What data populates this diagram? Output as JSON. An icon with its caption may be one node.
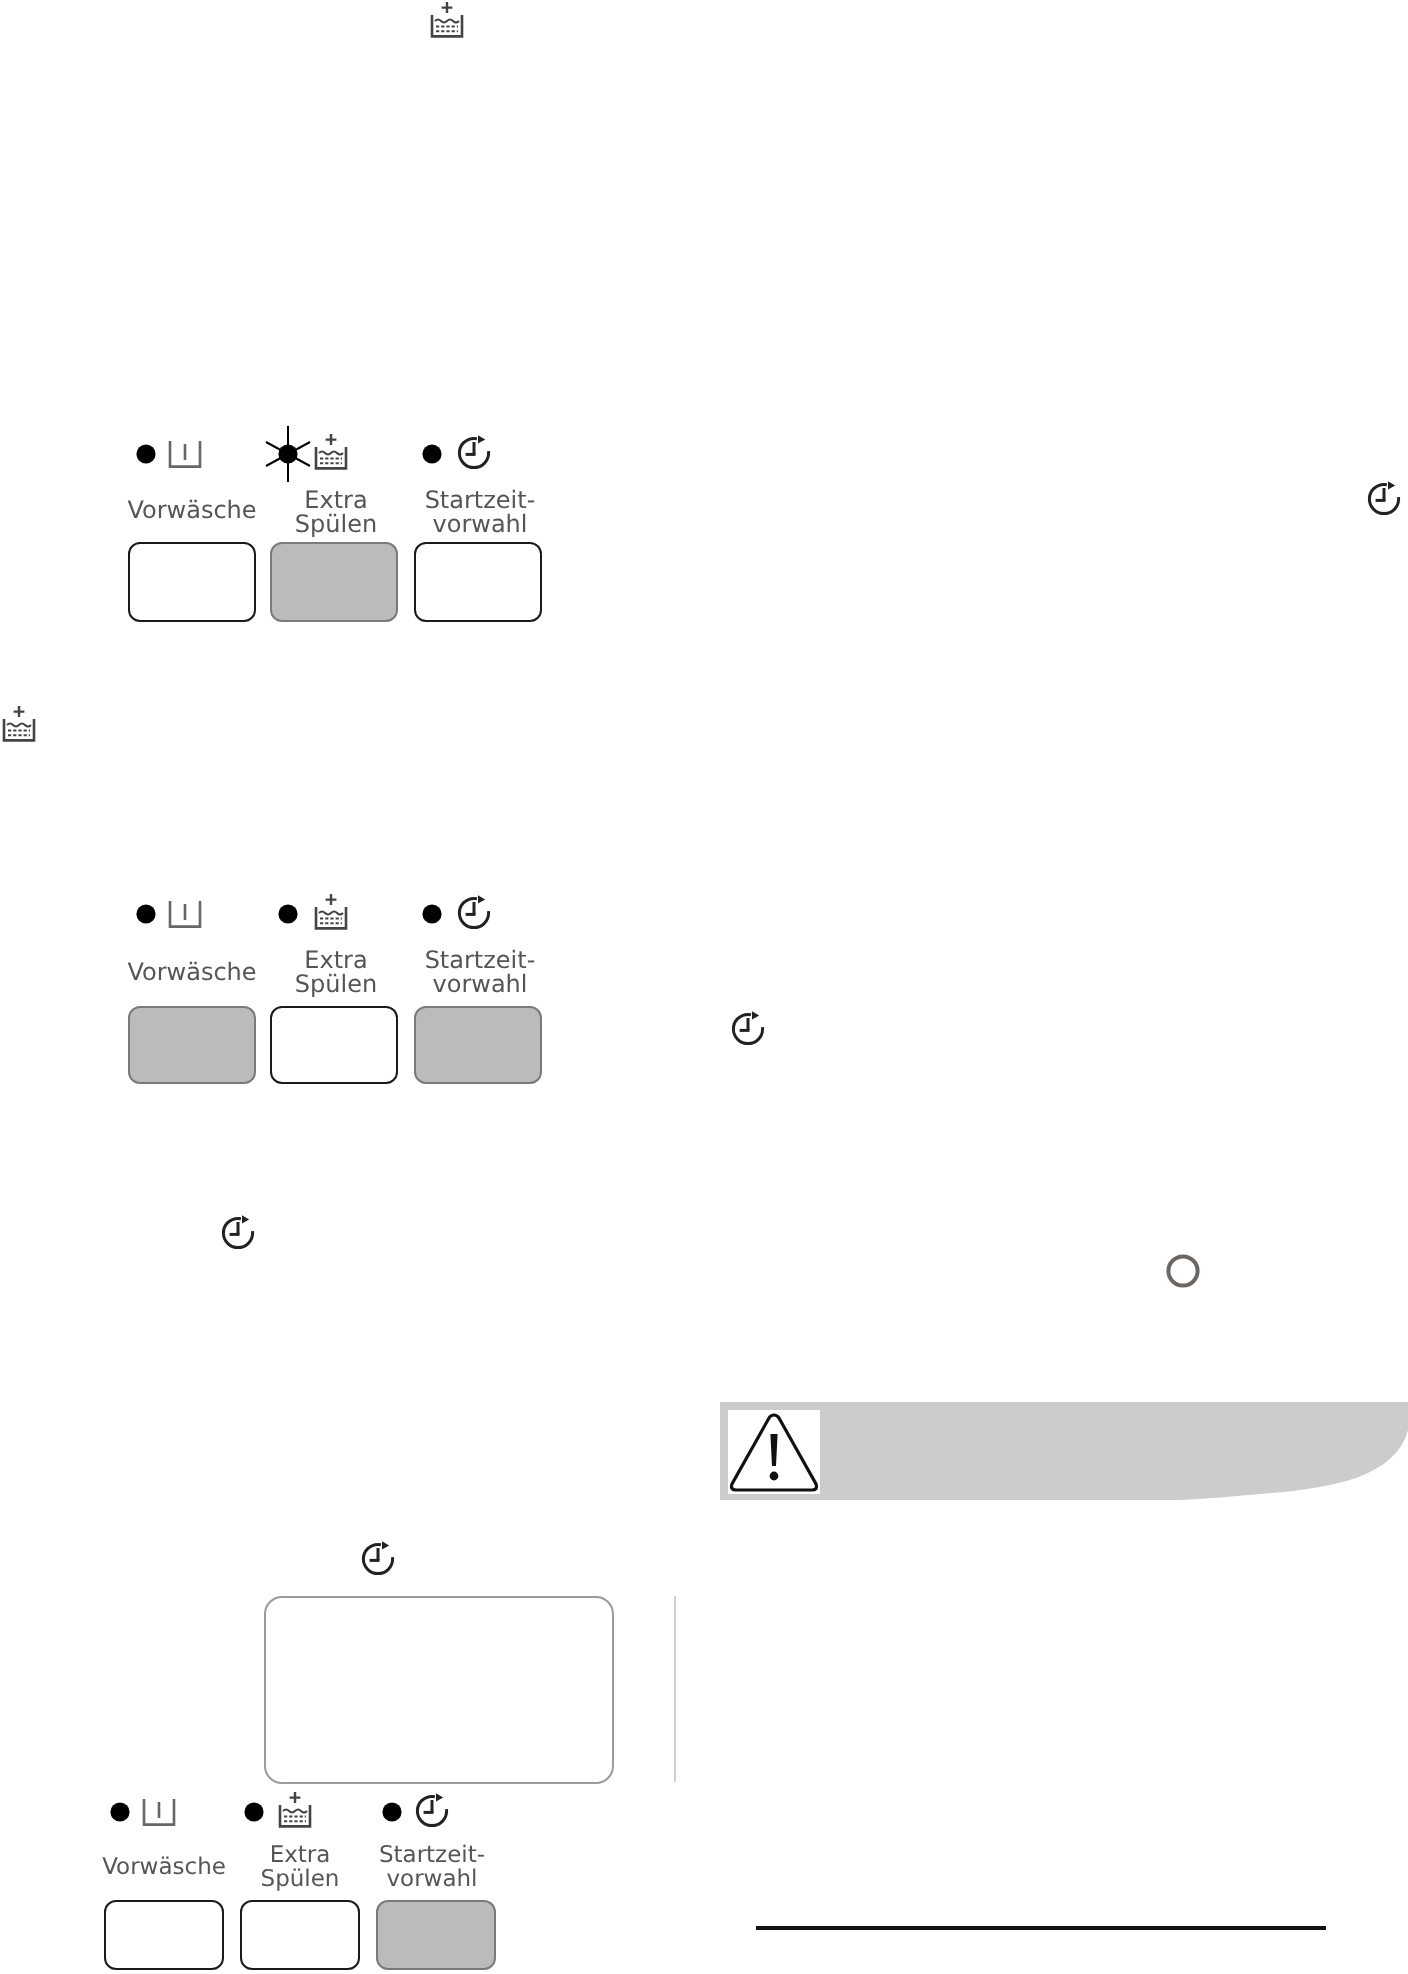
{
  "diagram": {
    "nodes": [
      {
        "text": [],
        "shape": "box"
      }
    ],
    "labels": [
      "Vorwäsche",
      "Extra Spülen",
      "Startzeit- vorwahl",
      "Vorwäsche",
      "Extra Spülen",
      "Startzeit- vorwahl",
      "Vorwäsche",
      "Extra Spülen",
      "Startzeit- vorwahl"
    ]
  }
}
